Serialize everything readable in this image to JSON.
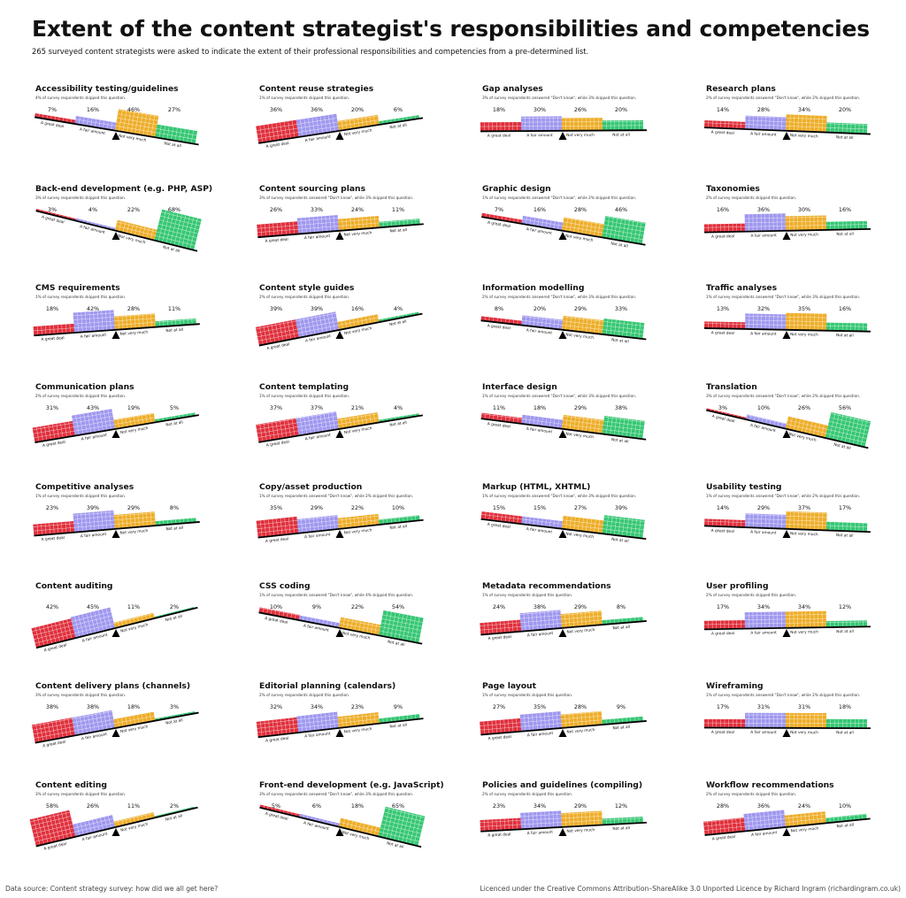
{
  "header": {
    "title": "Extent of the content strategist's responsibilities and competencies",
    "subtitle": "265 surveyed content strategists were asked to indicate the extent of their professional responsibilities and competencies from a pre-determined list."
  },
  "footer": {
    "source": "Data source: Content strategy survey: how did we all get here?",
    "licence": "Licenced under the Creative Commons Attribution–ShareAlike 3.0 Unported Licence by Richard Ingram (richardingram.co.uk)"
  },
  "colors": {
    "a_great_deal": "#e0303c",
    "a_fair_amount": "#9f98ef",
    "not_very_much": "#eeae2a",
    "not_at_all": "#36c774",
    "beam": "#000000"
  },
  "chart_data": {
    "type": "bar",
    "categories": [
      "A great deal",
      "A fair amount",
      "Not very much",
      "Not at all"
    ],
    "panels": [
      {
        "title": "Accessibility testing/guidelines",
        "note": "4% of survey respondents skipped this question.",
        "values": [
          7,
          16,
          46,
          27
        ]
      },
      {
        "title": "Back-end development (e.g. PHP, ASP)",
        "note": "3% of survey respondents skipped this question.",
        "values": [
          3,
          4,
          22,
          68
        ]
      },
      {
        "title": "CMS requirements",
        "note": "1% of survey respondents skipped this question.",
        "values": [
          18,
          42,
          28,
          11
        ]
      },
      {
        "title": "Communication plans",
        "note": "2% of survey respondents skipped this question.",
        "values": [
          31,
          43,
          19,
          5
        ]
      },
      {
        "title": "Competitive analyses",
        "note": "1% of survey respondents skipped this question.",
        "values": [
          23,
          39,
          29,
          8
        ]
      },
      {
        "title": "Content auditing",
        "note": "",
        "values": [
          42,
          45,
          11,
          2
        ]
      },
      {
        "title": "Content delivery plans (channels)",
        "note": "3% of survey respondents skipped this question.",
        "values": [
          38,
          38,
          18,
          3
        ]
      },
      {
        "title": "Content editing",
        "note": "3% of survey respondents skipped this question.",
        "values": [
          58,
          26,
          11,
          2
        ]
      },
      {
        "title": "Content reuse strategies",
        "note": "1% of survey respondents skipped this question.",
        "values": [
          36,
          36,
          20,
          6
        ]
      },
      {
        "title": "Content sourcing plans",
        "note": "3% of survey respondents answered \"Don't know\", while 3% skipped this question.",
        "values": [
          26,
          33,
          24,
          11
        ]
      },
      {
        "title": "Content style guides",
        "note": "2% of survey respondents skipped this question.",
        "values": [
          39,
          39,
          16,
          4
        ]
      },
      {
        "title": "Content templating",
        "note": "1% of survey respondents skipped this question.",
        "values": [
          37,
          37,
          21,
          4
        ]
      },
      {
        "title": "Copy/asset production",
        "note": "1% of survey respondents answered \"Don't know\", while 2% skipped this question.",
        "values": [
          35,
          29,
          22,
          10
        ]
      },
      {
        "title": "CSS coding",
        "note": "1% of survey respondents answered \"Don't know\", while 4% skipped this question.",
        "values": [
          10,
          9,
          22,
          54
        ]
      },
      {
        "title": "Editorial planning (calendars)",
        "note": "2% of survey respondents skipped this question.",
        "values": [
          32,
          34,
          23,
          9
        ]
      },
      {
        "title": "Front-end development (e.g. JavaScript)",
        "note": "3% of survey respondents answered \"Don't know\", while 3% skipped this question.",
        "values": [
          5,
          6,
          18,
          65
        ]
      },
      {
        "title": "Gap analyses",
        "note": "3% of survey respondents answered \"Don't know\", while 3% skipped this question.",
        "values": [
          18,
          30,
          26,
          20
        ]
      },
      {
        "title": "Graphic design",
        "note": "1% of survey respondents answered \"Don't know\", while 2% skipped this question.",
        "values": [
          7,
          16,
          28,
          46
        ]
      },
      {
        "title": "Information modelling",
        "note": "2% of survey respondents answered \"Don't know\", while 3% skipped this question.",
        "values": [
          8,
          20,
          29,
          33
        ]
      },
      {
        "title": "Interface design",
        "note": "1% of survey respondents answered \"Don't know\", while 3% skipped this question.",
        "values": [
          11,
          18,
          29,
          38
        ]
      },
      {
        "title": "Markup (HTML, XHTML)",
        "note": "1% of survey respondents answered \"Don't know\", while 3% skipped this question.",
        "values": [
          15,
          15,
          27,
          39
        ]
      },
      {
        "title": "Metadata recommendations",
        "note": "1% of survey respondents skipped this question.",
        "values": [
          24,
          38,
          29,
          8
        ]
      },
      {
        "title": "Page layout",
        "note": "1% of survey respondents skipped this question.",
        "values": [
          27,
          35,
          28,
          9
        ]
      },
      {
        "title": "Policies and guidelines (compiling)",
        "note": "2% of survey respondents skipped this question.",
        "values": [
          23,
          34,
          29,
          12
        ]
      },
      {
        "title": "Research plans",
        "note": "2% of survey respondents answered \"Don't know\", while 2% skipped this question.",
        "values": [
          14,
          28,
          34,
          20
        ]
      },
      {
        "title": "Taxonomies",
        "note": "2% of survey respondents skipped this question.",
        "values": [
          16,
          36,
          30,
          16
        ]
      },
      {
        "title": "Traffic analyses",
        "note": "1% of survey respondents answered \"Don't know\", while 3% skipped this question.",
        "values": [
          13,
          32,
          35,
          16
        ]
      },
      {
        "title": "Translation",
        "note": "3% of survey respondents answered \"Don't know\", while 2% skipped this question.",
        "values": [
          3,
          10,
          26,
          56
        ]
      },
      {
        "title": "Usability testing",
        "note": "1% of survey respondents answered \"Don't know\", while 2% skipped this question.",
        "values": [
          14,
          29,
          37,
          17
        ]
      },
      {
        "title": "User profiling",
        "note": "2% of survey respondents skipped this question.",
        "values": [
          17,
          34,
          34,
          12
        ]
      },
      {
        "title": "Wireframing",
        "note": "1% of survey respondents answered \"Don't know\", while 2% skipped this question.",
        "values": [
          17,
          31,
          31,
          18
        ]
      },
      {
        "title": "Workflow recommendations",
        "note": "2% of survey respondents skipped this question.",
        "values": [
          28,
          36,
          24,
          10
        ]
      }
    ]
  }
}
